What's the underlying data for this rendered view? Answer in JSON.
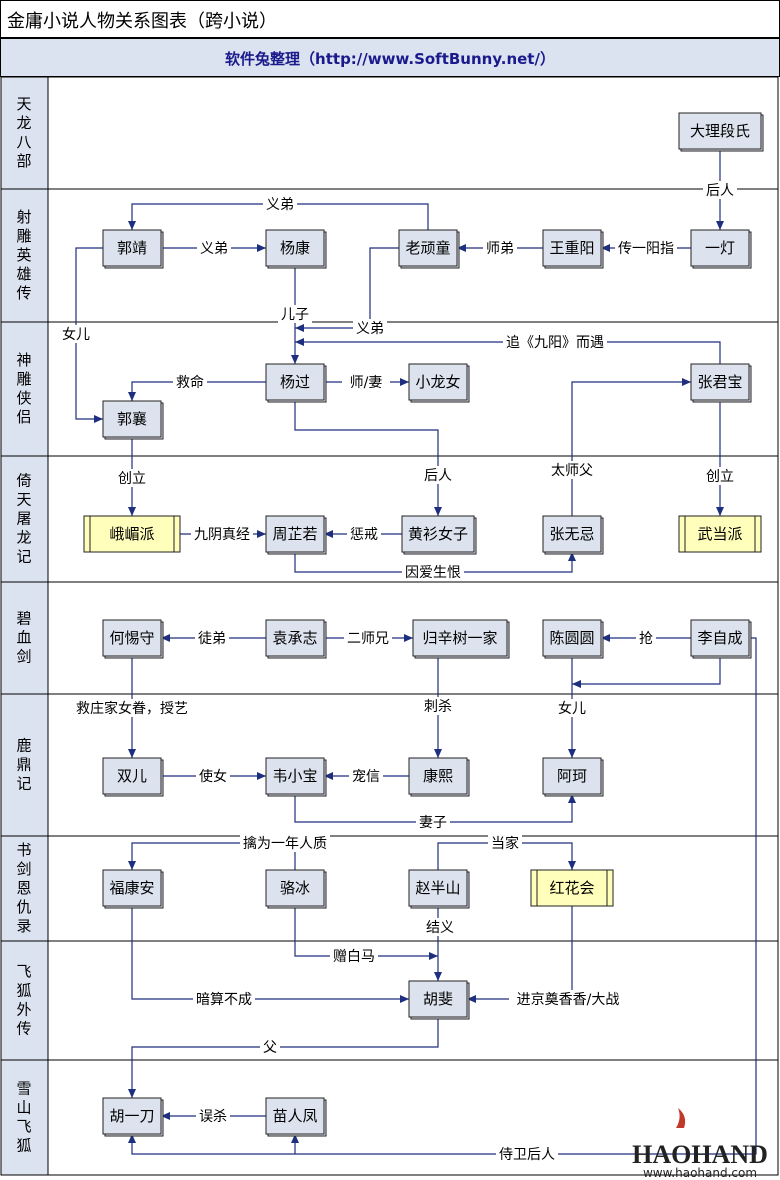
{
  "title": "金庸小说人物关系图表（跨小说）",
  "subtitle": "软件兔整理（http://www.SoftBunny.net/）",
  "sections": [
    {
      "id": "tianlong",
      "label": "天龙八部"
    },
    {
      "id": "shediao",
      "label": "射雕英雄传"
    },
    {
      "id": "shendiao",
      "label": "神雕侠侣"
    },
    {
      "id": "yitian",
      "label": "倚天屠龙记"
    },
    {
      "id": "bixue",
      "label": "碧血剑"
    },
    {
      "id": "luding",
      "label": "鹿鼎记"
    },
    {
      "id": "shujian",
      "label": "书剑恩仇录"
    },
    {
      "id": "feihu",
      "label": "飞狐外传"
    },
    {
      "id": "xueshan",
      "label": "雪山飞狐"
    }
  ],
  "nodes": [
    {
      "id": "dali",
      "label": "大理段氏",
      "type": "person"
    },
    {
      "id": "guojing",
      "label": "郭靖",
      "type": "person"
    },
    {
      "id": "yangkang",
      "label": "杨康",
      "type": "person"
    },
    {
      "id": "laowantong",
      "label": "老顽童",
      "type": "person"
    },
    {
      "id": "wangchongyang",
      "label": "王重阳",
      "type": "person"
    },
    {
      "id": "yideng",
      "label": "一灯",
      "type": "person"
    },
    {
      "id": "yangguo",
      "label": "杨过",
      "type": "person"
    },
    {
      "id": "xiaolongnv",
      "label": "小龙女",
      "type": "person"
    },
    {
      "id": "zhangjunbao",
      "label": "张君宝",
      "type": "person"
    },
    {
      "id": "guoxiang",
      "label": "郭襄",
      "type": "person"
    },
    {
      "id": "emei",
      "label": "峨嵋派",
      "type": "faction"
    },
    {
      "id": "zhouzhiruo",
      "label": "周芷若",
      "type": "person"
    },
    {
      "id": "huangshan",
      "label": "黄衫女子",
      "type": "person"
    },
    {
      "id": "zhangwuji",
      "label": "张无忌",
      "type": "person"
    },
    {
      "id": "wudang",
      "label": "武当派",
      "type": "faction"
    },
    {
      "id": "hetishou",
      "label": "何惕守",
      "type": "person"
    },
    {
      "id": "yuanchengzhi",
      "label": "袁承志",
      "type": "person"
    },
    {
      "id": "guixinshu",
      "label": "归辛树一家",
      "type": "person"
    },
    {
      "id": "chenyuanyuan",
      "label": "陈圆圆",
      "type": "person"
    },
    {
      "id": "lizicheng",
      "label": "李自成",
      "type": "person"
    },
    {
      "id": "shuanger",
      "label": "双儿",
      "type": "person"
    },
    {
      "id": "weixiaobao",
      "label": "韦小宝",
      "type": "person"
    },
    {
      "id": "kangxi",
      "label": "康熙",
      "type": "person"
    },
    {
      "id": "ake",
      "label": "阿珂",
      "type": "person"
    },
    {
      "id": "fukangan",
      "label": "福康安",
      "type": "person"
    },
    {
      "id": "luobing",
      "label": "骆冰",
      "type": "person"
    },
    {
      "id": "zhaobanshan",
      "label": "赵半山",
      "type": "person"
    },
    {
      "id": "honghua",
      "label": "红花会",
      "type": "faction"
    },
    {
      "id": "hufei",
      "label": "胡斐",
      "type": "person"
    },
    {
      "id": "huyidao",
      "label": "胡一刀",
      "type": "person"
    },
    {
      "id": "miaorenfeng",
      "label": "苗人凤",
      "type": "person"
    }
  ],
  "edges": [
    {
      "id": "e1",
      "label": "后人"
    },
    {
      "id": "e2",
      "label": "义弟"
    },
    {
      "id": "e3",
      "label": "义弟"
    },
    {
      "id": "e4",
      "label": "师弟"
    },
    {
      "id": "e5",
      "label": "传一阳指"
    },
    {
      "id": "e6",
      "label": "儿子"
    },
    {
      "id": "e7",
      "label": "义弟"
    },
    {
      "id": "e8",
      "label": "女儿"
    },
    {
      "id": "e9",
      "label": "追《九阳》而遇"
    },
    {
      "id": "e10",
      "label": "救命"
    },
    {
      "id": "e11",
      "label": "师/妻"
    },
    {
      "id": "e12",
      "label": "创立"
    },
    {
      "id": "e13",
      "label": "后人"
    },
    {
      "id": "e14",
      "label": "太师父"
    },
    {
      "id": "e15",
      "label": "创立"
    },
    {
      "id": "e16",
      "label": "九阴真经"
    },
    {
      "id": "e17",
      "label": "惩戒"
    },
    {
      "id": "e18",
      "label": "因爱生恨"
    },
    {
      "id": "e19",
      "label": "徒弟"
    },
    {
      "id": "e20",
      "label": "二师兄"
    },
    {
      "id": "e21",
      "label": "抢"
    },
    {
      "id": "e22",
      "label": "救庄家女眷，授艺"
    },
    {
      "id": "e23",
      "label": "刺杀"
    },
    {
      "id": "e24",
      "label": "女儿"
    },
    {
      "id": "e25",
      "label": "使女"
    },
    {
      "id": "e26",
      "label": "宠信"
    },
    {
      "id": "e27",
      "label": "妻子"
    },
    {
      "id": "e28",
      "label": "擒为一年人质"
    },
    {
      "id": "e29",
      "label": "当家"
    },
    {
      "id": "e30",
      "label": "结义"
    },
    {
      "id": "e31",
      "label": "赠白马"
    },
    {
      "id": "e32",
      "label": "暗算不成"
    },
    {
      "id": "e33",
      "label": "进京奠香香/大战"
    },
    {
      "id": "e34",
      "label": "父"
    },
    {
      "id": "e35",
      "label": "误杀"
    },
    {
      "id": "e36",
      "label": "侍卫后人"
    }
  ],
  "logo": {
    "text": "HAOHAND",
    "url": "www.haohand.com"
  },
  "colors": {
    "person_fill": "#dde3ee",
    "faction_fill": "#ffffbb",
    "line": "#1f2f7f",
    "header_fill": "#dbe3f0"
  }
}
